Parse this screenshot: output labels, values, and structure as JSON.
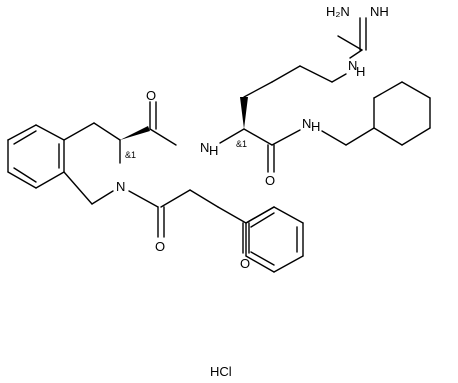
{
  "molecule": {
    "labels": {
      "amine": "H₂N",
      "imine": "NH",
      "guanidine_nh": "N",
      "guanidine_h": "H",
      "amide_o1": "O",
      "amide_nh1": "N",
      "amide_h1": "H",
      "amide_o2": "O",
      "amide_nh2": "N",
      "amide_h2": "H",
      "ring_n": "N",
      "acyl_o": "O",
      "ketone_o": "O",
      "stereo1": "&1",
      "stereo2": "&1",
      "salt": "HCl"
    },
    "colors": {
      "bond": "#000000",
      "background": "#ffffff"
    }
  }
}
